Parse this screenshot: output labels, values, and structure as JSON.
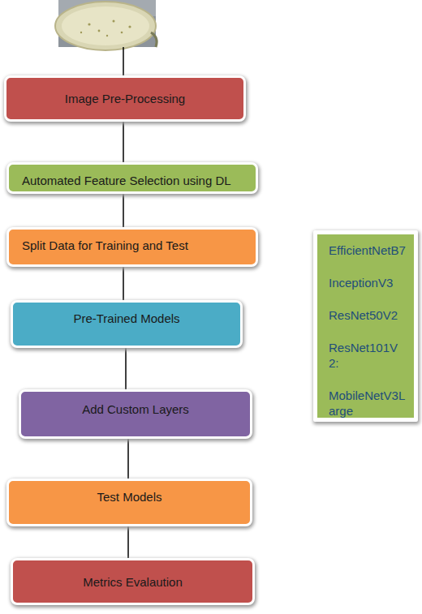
{
  "diagram": {
    "nodes": [
      {
        "text": [
          "Image Pre-Processing"
        ]
      },
      {
        "text": [
          "Automated Feature Selection using DL"
        ]
      },
      {
        "text": [
          "Split Data for Training and Test"
        ]
      },
      {
        "text": [
          "Pre-Trained Models"
        ]
      },
      {
        "text": [
          "Add Custom Layers"
        ]
      },
      {
        "text": [
          "Test Models"
        ]
      },
      {
        "text": [
          "Metrics Evalaution"
        ]
      },
      {
        "text": [
          "EfficientNetB7",
          "InceptionV3",
          "ResNet50V2",
          "ResNet101V2:",
          "MobileNetV3Large"
        ]
      }
    ],
    "edges": [
      {
        "from": 0,
        "to": 1,
        "arrow": "none"
      },
      {
        "from": 1,
        "to": 2,
        "arrow": "none"
      },
      {
        "from": 2,
        "to": 3,
        "arrow": "none"
      },
      {
        "from": 3,
        "to": 4,
        "arrow": "none"
      },
      {
        "from": 4,
        "to": 5,
        "arrow": "none"
      },
      {
        "from": 5,
        "to": 6,
        "arrow": "none"
      }
    ]
  }
}
